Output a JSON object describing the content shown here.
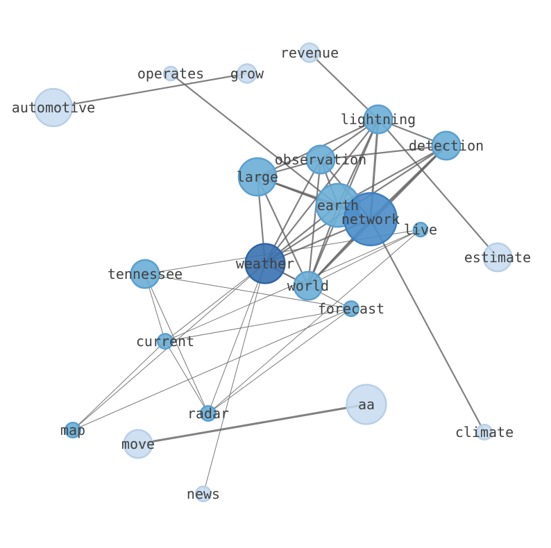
{
  "nodes": [
    {
      "id": "revenue",
      "label": "revenue",
      "tone": "pale",
      "weight": 1
    },
    {
      "id": "operates",
      "label": "operates",
      "tone": "pale",
      "weight": 0.6
    },
    {
      "id": "grow",
      "label": "grow",
      "tone": "pale",
      "weight": 1
    },
    {
      "id": "automotive",
      "label": "automotive",
      "tone": "pale",
      "weight": 2
    },
    {
      "id": "lightning",
      "label": "lightning",
      "tone": "mid",
      "weight": 1.5
    },
    {
      "id": "detection",
      "label": "detection",
      "tone": "mid",
      "weight": 1.5
    },
    {
      "id": "observation",
      "label": "observation",
      "tone": "mid",
      "weight": 1.5
    },
    {
      "id": "large",
      "label": "large",
      "tone": "mid",
      "weight": 2
    },
    {
      "id": "earth",
      "label": "earth",
      "tone": "mid",
      "weight": 2.3
    },
    {
      "id": "network",
      "label": "network",
      "tone": "strong",
      "weight": 2.8
    },
    {
      "id": "live",
      "label": "live",
      "tone": "mid",
      "weight": 0.7
    },
    {
      "id": "estimate",
      "label": "estimate",
      "tone": "pale",
      "weight": 1.5
    },
    {
      "id": "weather",
      "label": "weather",
      "tone": "dark",
      "weight": 2.1
    },
    {
      "id": "tennessee",
      "label": "tennessee",
      "tone": "mid",
      "weight": 1.5
    },
    {
      "id": "world",
      "label": "world",
      "tone": "mid",
      "weight": 1.5
    },
    {
      "id": "forecast",
      "label": "forecast",
      "tone": "mid",
      "weight": 0.8
    },
    {
      "id": "current",
      "label": "current",
      "tone": "mid",
      "weight": 0.8
    },
    {
      "id": "aa",
      "label": "aa",
      "tone": "pale",
      "weight": 2.1
    },
    {
      "id": "radar",
      "label": "radar",
      "tone": "mid",
      "weight": 0.8
    },
    {
      "id": "map",
      "label": "map",
      "tone": "mid",
      "weight": 0.8
    },
    {
      "id": "move",
      "label": "move",
      "tone": "pale",
      "weight": 1.5
    },
    {
      "id": "climate",
      "label": "climate",
      "tone": "pale",
      "weight": 0.8
    },
    {
      "id": "news",
      "label": "news",
      "tone": "pale",
      "weight": 0.8
    }
  ],
  "edges": [
    {
      "source": "revenue",
      "target": "lightning",
      "weight": "medium"
    },
    {
      "source": "automotive",
      "target": "grow",
      "weight": "medium"
    },
    {
      "source": "operates",
      "target": "earth",
      "weight": "medium"
    },
    {
      "source": "move",
      "target": "aa",
      "weight": "heavy"
    },
    {
      "source": "lightning",
      "target": "detection",
      "weight": "medium"
    },
    {
      "source": "lightning",
      "target": "observation",
      "weight": "medium"
    },
    {
      "source": "lightning",
      "target": "large",
      "weight": "medium"
    },
    {
      "source": "lightning",
      "target": "earth",
      "weight": "medium"
    },
    {
      "source": "lightning",
      "target": "network",
      "weight": "heavy"
    },
    {
      "source": "lightning",
      "target": "weather",
      "weight": "medium"
    },
    {
      "source": "lightning",
      "target": "world",
      "weight": "medium"
    },
    {
      "source": "lightning",
      "target": "estimate",
      "weight": "medium"
    },
    {
      "source": "detection",
      "target": "observation",
      "weight": "medium"
    },
    {
      "source": "detection",
      "target": "earth",
      "weight": "medium"
    },
    {
      "source": "detection",
      "target": "network",
      "weight": "heavy"
    },
    {
      "source": "detection",
      "target": "weather",
      "weight": "medium"
    },
    {
      "source": "detection",
      "target": "world",
      "weight": "heavy"
    },
    {
      "source": "observation",
      "target": "large",
      "weight": "medium"
    },
    {
      "source": "observation",
      "target": "earth",
      "weight": "medium"
    },
    {
      "source": "observation",
      "target": "network",
      "weight": "medium"
    },
    {
      "source": "observation",
      "target": "weather",
      "weight": "medium"
    },
    {
      "source": "observation",
      "target": "world",
      "weight": "medium"
    },
    {
      "source": "large",
      "target": "earth",
      "weight": "heavy"
    },
    {
      "source": "large",
      "target": "network",
      "weight": "medium"
    },
    {
      "source": "large",
      "target": "weather",
      "weight": "medium"
    },
    {
      "source": "large",
      "target": "world",
      "weight": "medium"
    },
    {
      "source": "earth",
      "target": "network",
      "weight": "medium"
    },
    {
      "source": "earth",
      "target": "weather",
      "weight": "medium"
    },
    {
      "source": "earth",
      "target": "world",
      "weight": "medium"
    },
    {
      "source": "network",
      "target": "weather",
      "weight": "medium"
    },
    {
      "source": "network",
      "target": "world",
      "weight": "medium"
    },
    {
      "source": "network",
      "target": "climate",
      "weight": "medium"
    },
    {
      "source": "weather",
      "target": "world",
      "weight": "medium"
    },
    {
      "source": "weather",
      "target": "current",
      "weight": "light"
    },
    {
      "source": "weather",
      "target": "map",
      "weight": "light"
    },
    {
      "source": "weather",
      "target": "radar",
      "weight": "light"
    },
    {
      "source": "weather",
      "target": "news",
      "weight": "light"
    },
    {
      "source": "weather",
      "target": "forecast",
      "weight": "light"
    },
    {
      "source": "live",
      "target": "tennessee",
      "weight": "light"
    },
    {
      "source": "live",
      "target": "world",
      "weight": "light"
    },
    {
      "source": "live",
      "target": "current",
      "weight": "light"
    },
    {
      "source": "live",
      "target": "radar",
      "weight": "light"
    },
    {
      "source": "tennessee",
      "target": "forecast",
      "weight": "light"
    },
    {
      "source": "tennessee",
      "target": "current",
      "weight": "light"
    },
    {
      "source": "tennessee",
      "target": "radar",
      "weight": "light"
    },
    {
      "source": "forecast",
      "target": "current",
      "weight": "light"
    },
    {
      "source": "forecast",
      "target": "map",
      "weight": "light"
    },
    {
      "source": "forecast",
      "target": "radar",
      "weight": "light"
    },
    {
      "source": "current",
      "target": "radar",
      "weight": "light"
    },
    {
      "source": "current",
      "target": "map",
      "weight": "light"
    }
  ],
  "colors": {
    "pale": "#c6dbef",
    "mid": "#6baed6",
    "strong": "#4a8cc8",
    "dark": "#3a72b0",
    "edge": "#606060",
    "label": "#404040"
  }
}
